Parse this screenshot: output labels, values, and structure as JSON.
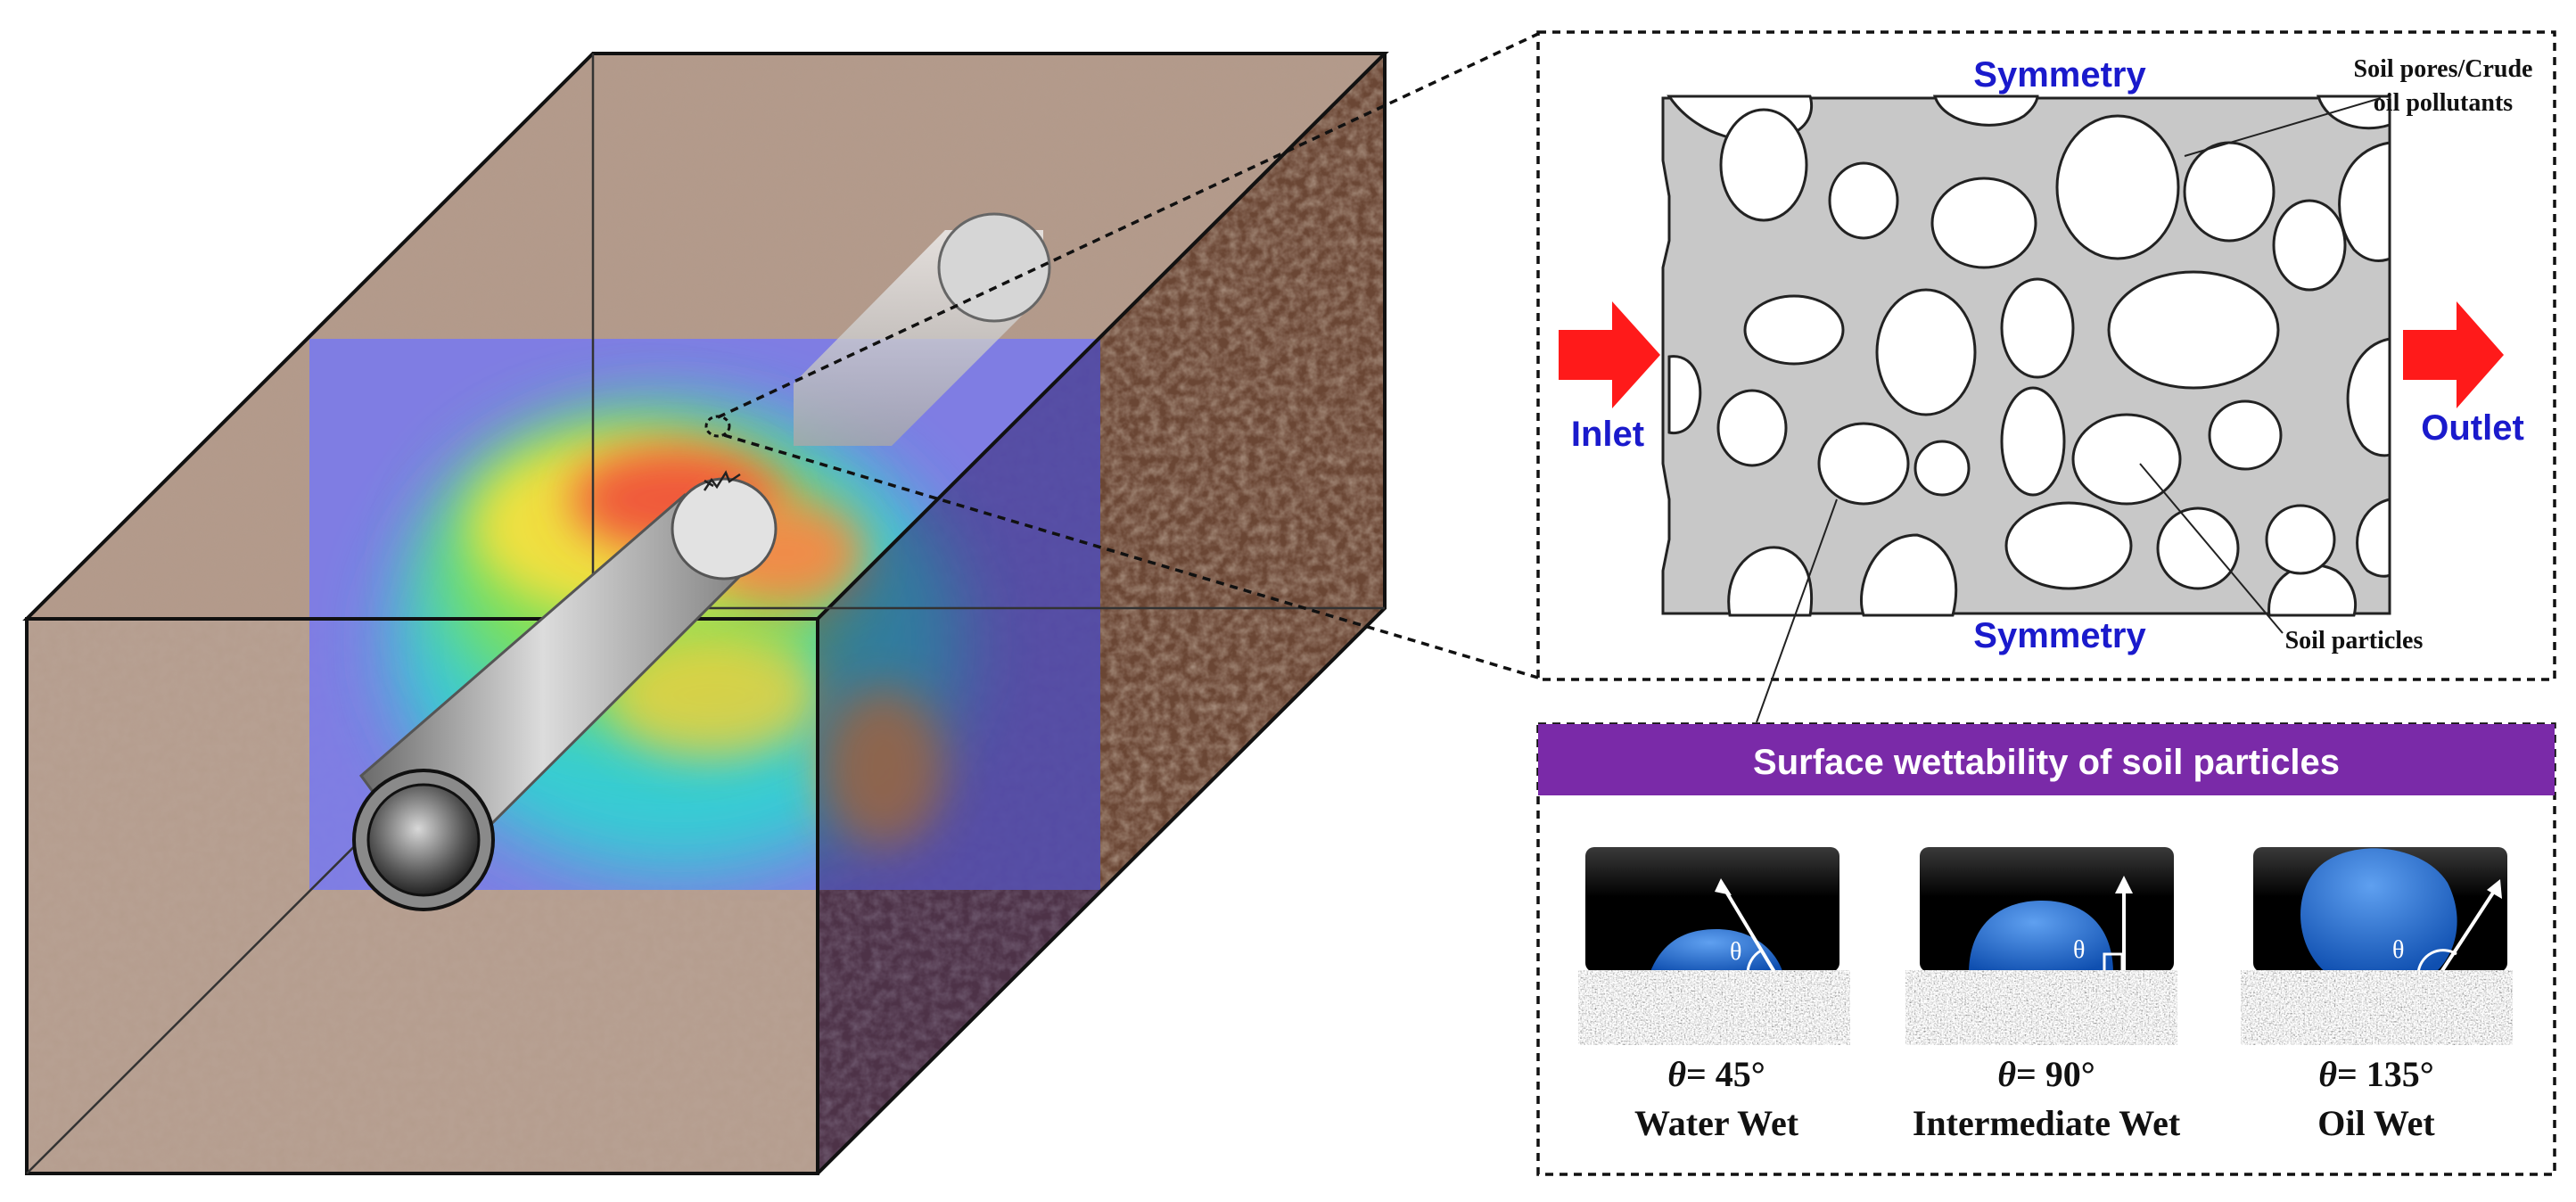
{
  "pore_panel": {
    "symmetry_top": "Symmetry",
    "symmetry_bottom": "Symmetry",
    "inlet_label": "Inlet",
    "outlet_label": "Outlet",
    "pores_callout_line1": "Soil pores/Crude",
    "pores_callout_line2": "oil pollutants",
    "particles_callout": "Soil particles"
  },
  "wettability": {
    "title": "Surface wettability of soil particles",
    "banner_color": "#7a2aa8",
    "cases": [
      {
        "angle_symbol": "θ",
        "angle_value": "= 45°",
        "label": "Water Wet",
        "contact_angle_deg": 45
      },
      {
        "angle_symbol": "θ",
        "angle_value": "= 90°",
        "label": "Intermediate Wet",
        "contact_angle_deg": 90
      },
      {
        "angle_symbol": "θ",
        "angle_value": "= 135°",
        "label": "Oil Wet",
        "contact_angle_deg": 135
      }
    ]
  },
  "colors": {
    "arrow": "#ff1a1a",
    "label_blue": "#1a1acc",
    "soil": "#a8806a",
    "plume_background": "#7b7bea",
    "droplet": "#1e63c8"
  },
  "icons": {
    "inlet_arrow": "right-arrow-icon",
    "outlet_arrow": "right-arrow-icon",
    "droplet": "droplet-icon"
  }
}
